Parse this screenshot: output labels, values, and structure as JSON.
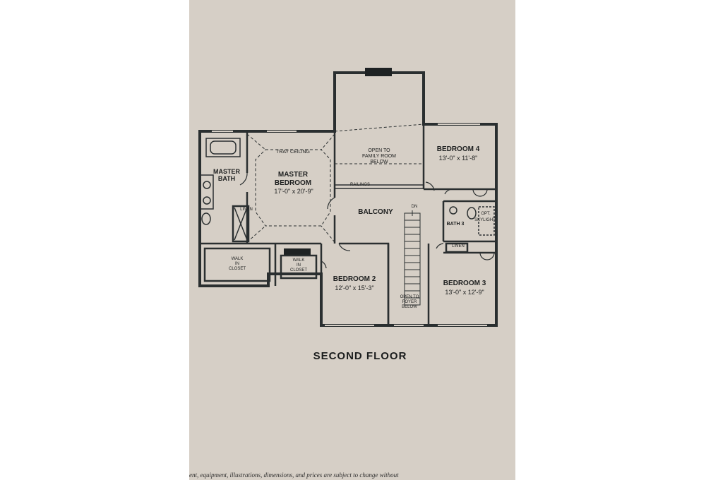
{
  "plan": {
    "title": "SECOND FLOOR",
    "rooms": {
      "master_bath": "MASTER\nBATH",
      "tray_ceiling": "TRAY CEILING",
      "master_bedroom_name": "MASTER\nBEDROOM",
      "master_bedroom_dim": "17'-0\" x 20'-9\"",
      "linen_1": "LINEN",
      "walk_in_closet_1": "WALK\nIN\nCLOSET",
      "walk_in_closet_2": "WALK\nIN\nCLOSET",
      "open_family": "OPEN TO\nFAMILY ROOM\nBELOW",
      "railings": "RAILINGS",
      "balcony": "BALCONY",
      "dn": "DN",
      "bedroom4_name": "BEDROOM 4",
      "bedroom4_dim": "13'-0\" x 11'-8\"",
      "bath3": "BATH 3",
      "opt": "OPT.",
      "skylight": "SKYLIGHT",
      "linen_2": "LINEN",
      "bedroom2_name": "BEDROOM 2",
      "bedroom2_dim": "12'-0\" x 15'-3\"",
      "open_foyer": "OPEN TO\nFOYER\nBELOW",
      "bedroom3_name": "BEDROOM 3",
      "bedroom3_dim": "13'-0\" x 12'-9\""
    },
    "footer_text": "ent, equipment, illustrations, dimensions, and prices are subject to change without"
  },
  "colors": {
    "paper": "#d6cfc6",
    "wall": "#2a2f30",
    "ink": "#1d1f1f"
  }
}
